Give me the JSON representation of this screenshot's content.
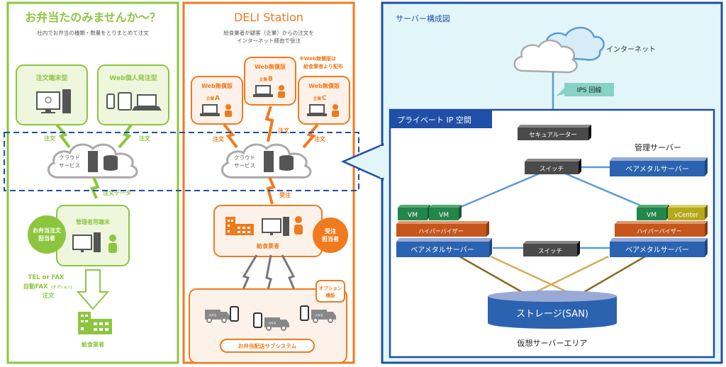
{
  "colors": {
    "green": "#8cc63f",
    "green_light_bg": "#eef6dd",
    "orange": "#f07a1e",
    "orange_light_bg": "#fdf2ea",
    "navy": "#1f4fa6",
    "panel_bg": "#e2f6f9",
    "server_blue": "#2b63b0",
    "hypervisor": "#c6561c",
    "vm_green": "#23864a",
    "vcenter_olive": "#b5a91e",
    "device_gray": "#4a4a4a",
    "ips_teal": "#86d3c3"
  },
  "left_panel": {
    "title": "お弁当たのみませんか～？",
    "subtitle": "社内でお弁当の種類・数量をとりまとめて注文",
    "box1_label": "注文端末型",
    "box2_label": "Web個人発注型",
    "order_label_left": "注文",
    "order_label_right": "注文",
    "cloud_line1": "クラウド",
    "cloud_line2": "サービス",
    "order_data_label": "注文データ",
    "admin_terminal_label": "管理者用端末",
    "person_circle_line1": "お弁当注文",
    "person_circle_line2": "担当者",
    "fax_line1": "TEL or FAX",
    "fax_line2": "自動FAX",
    "fax_option": "(オプション)",
    "fax_line3": "注文",
    "caterer_label": "給食業者"
  },
  "middle_panel": {
    "title": "DELI Station",
    "subtitle_line1": "給食業者が顧客（企業）からの注文を",
    "subtitle_line2": "インターネット経由で受注",
    "note_line1": "※Web無償版は",
    "note_line2": "給食業者より配布",
    "clients": [
      {
        "label": "Web無償版",
        "company_prefix": "企業",
        "company_letter": "A"
      },
      {
        "label": "Web無償版",
        "company_prefix": "企業",
        "company_letter": "B"
      },
      {
        "label": "Web無償版",
        "company_prefix": "企業",
        "company_letter": "C"
      }
    ],
    "order_label_a": "注文",
    "order_label_b": "注文",
    "order_label_c": "注文",
    "cloud_line1": "クラウド",
    "cloud_line2": "サービス",
    "receive_label": "受注",
    "caterer_label": "給食業者",
    "receiver_circle_line1": "受注",
    "receiver_circle_line2": "担当者",
    "option_line1": "オプション",
    "option_line2": "機能",
    "truck_label": "お弁当",
    "delivery_system_label": "お弁当配送サブシステム"
  },
  "right_panel": {
    "title": "サーバー構成図",
    "internet_label": "インターネット",
    "ips_label": "IPS 回線",
    "private_ip_label": "プライベート IP 空間",
    "router_label": "セキュアルーター",
    "switch_top_label": "スイッチ",
    "mgmt_server_title": "管理サーバー",
    "mgmt_baremetal_label": "ベアメタルサーバー",
    "left_host": {
      "vms": [
        "VM",
        "VM"
      ],
      "hypervisor_label": "ハイパーバイザー",
      "baremetal_label": "ベアメタルサーバー"
    },
    "right_host": {
      "vms": [
        "VM",
        "vCenter"
      ],
      "hypervisor_label": "ハイパーバイザー",
      "baremetal_label": "ベアメタルサーバー"
    },
    "switch_mid_label": "スイッチ",
    "storage_label": "ストレージ(SAN)",
    "virtual_area_label": "仮想サーバーエリア"
  }
}
